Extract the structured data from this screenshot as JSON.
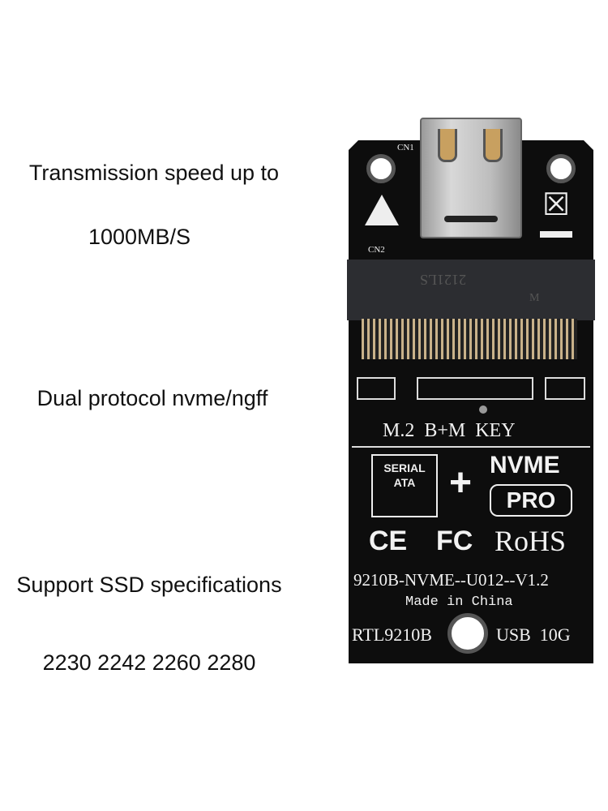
{
  "features": {
    "speed_line1": "Transmission speed up to",
    "speed_line2": "1000MB/S",
    "protocol": "Dual protocol nvme/ngff",
    "spec_line1": "Support SSD specifications",
    "spec_line2": "2230 2242 2260 2280"
  },
  "board": {
    "cn1": "CN1",
    "cn2": "CN2",
    "slot_marking": "2121LS",
    "slot_key": "M",
    "key_label": "M.2  B+M  KEY",
    "sata_logo": "SERIAL ATA",
    "plus": "+",
    "nvme": "NVME",
    "pro": "PRO",
    "ce": "CE",
    "fc": "FC",
    "rohs": "RoHS",
    "model": "9210B-NVME--U012--V1.2",
    "made_in": "Made in China",
    "chip": "RTL9210B",
    "usb": "USB  10G"
  }
}
